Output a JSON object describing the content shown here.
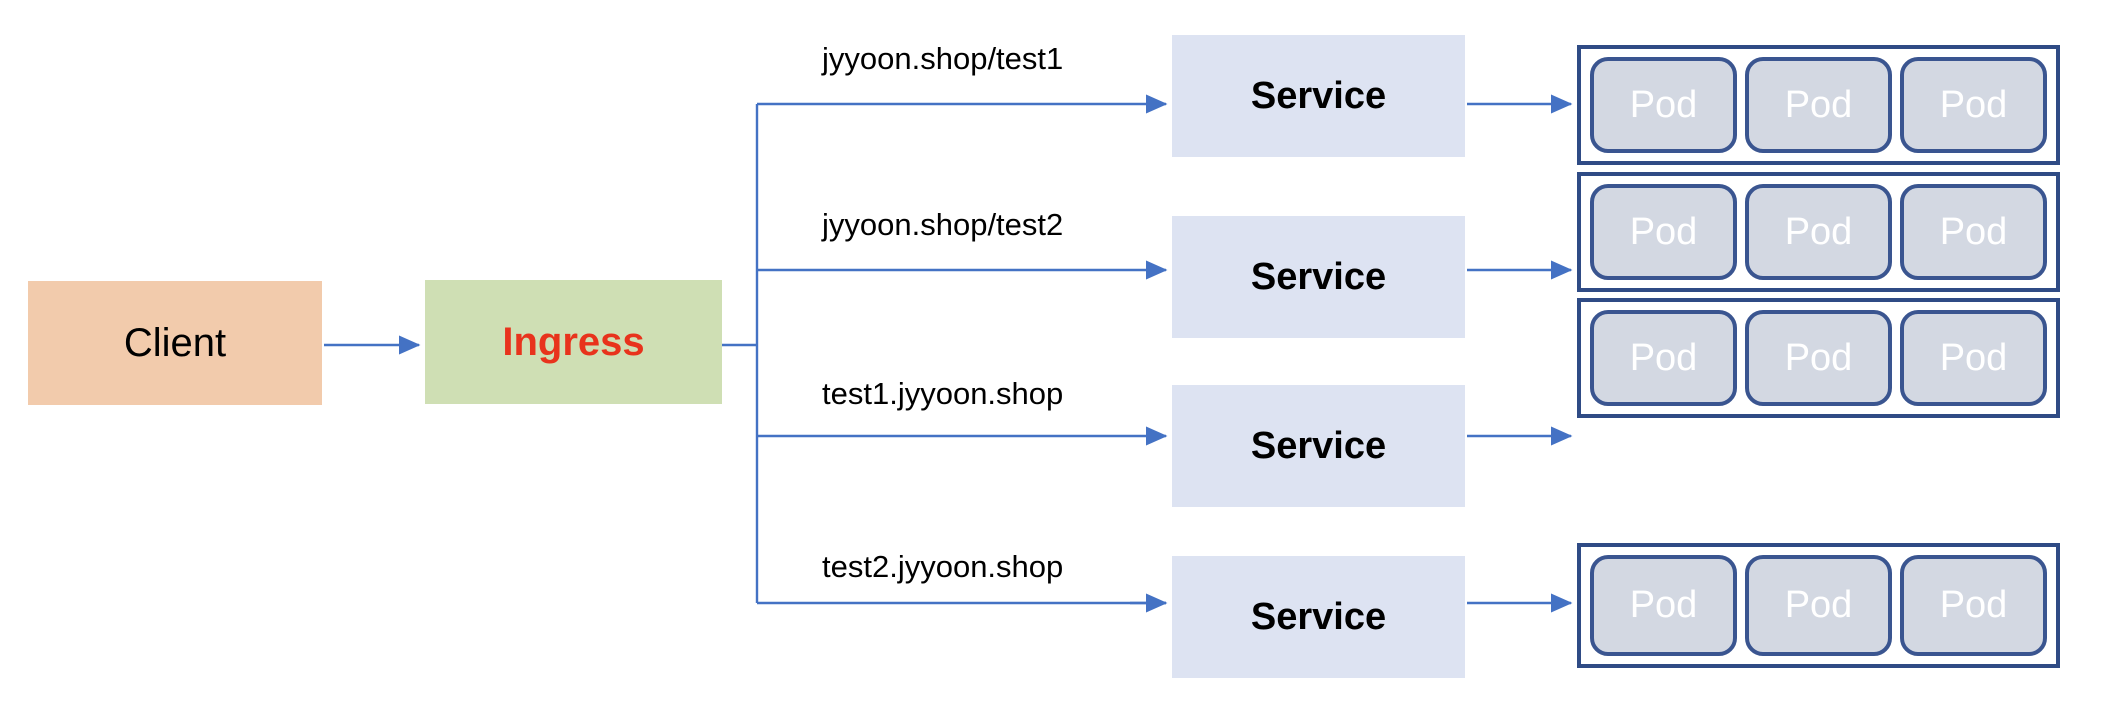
{
  "diagram": {
    "title": "Kubernetes Ingress routing diagram",
    "colors": {
      "client_fill": "#f2cbac",
      "ingress_fill": "#cfdfb4",
      "ingress_text": "#e8331c",
      "service_fill": "#dde3f2",
      "pod_fill": "#d3d8e2",
      "pod_border": "#3a5590",
      "pod_group_border": "#2f4b85",
      "arrow": "#4472c4",
      "background": "#ffffff"
    }
  },
  "client": {
    "label": "Client"
  },
  "ingress": {
    "label": "Ingress"
  },
  "routes": [
    {
      "label": "jyyoon.shop/test1",
      "service": "Service",
      "pods": [
        "Pod",
        "Pod",
        "Pod"
      ]
    },
    {
      "label": "jyyoon.shop/test2",
      "service": "Service",
      "pods": [
        "Pod",
        "Pod",
        "Pod"
      ]
    },
    {
      "label": "test1.jyyoon.shop",
      "service": "Service",
      "pods": [
        "Pod",
        "Pod",
        "Pod"
      ]
    },
    {
      "label": "test2.jyyoon.shop",
      "service": "Service",
      "pods": [
        "Pod",
        "Pod",
        "Pod"
      ]
    }
  ]
}
